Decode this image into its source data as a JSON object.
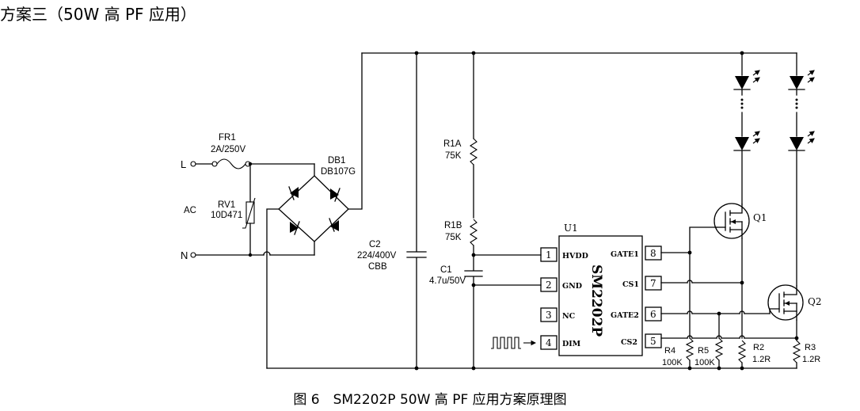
{
  "heading": "方案三（50W 高 PF 应用）",
  "caption": "图 6　SM2202P 50W 高 PF 应用方案原理图",
  "input": {
    "line": "L",
    "neutral": "N",
    "ac": "AC"
  },
  "components": {
    "fr1": {
      "ref": "FR1",
      "value": "2A/250V"
    },
    "rv1": {
      "ref": "RV1",
      "value": "10D471"
    },
    "db1": {
      "ref": "DB1",
      "value": "DB107G"
    },
    "c2": {
      "ref": "C2",
      "value": "224/400V",
      "type": "CBB"
    },
    "r1a": {
      "ref": "R1A",
      "value": "75K"
    },
    "r1b": {
      "ref": "R1B",
      "value": "75K"
    },
    "c1": {
      "ref": "C1",
      "value": "4.7u/50V"
    },
    "u1": {
      "ref": "U1",
      "part": "SM2202P"
    },
    "q1": {
      "ref": "Q1"
    },
    "q2": {
      "ref": "Q2"
    },
    "r4": {
      "ref": "R4",
      "value": "100K"
    },
    "r5": {
      "ref": "R5",
      "value": "100K"
    },
    "r2": {
      "ref": "R2",
      "value": "1.2R"
    },
    "r3": {
      "ref": "R3",
      "value": "1.2R"
    }
  },
  "u1_pins": [
    {
      "num": "1",
      "name": "HVDD"
    },
    {
      "num": "2",
      "name": "GND"
    },
    {
      "num": "3",
      "name": "NC"
    },
    {
      "num": "4",
      "name": "DIM"
    },
    {
      "num": "8",
      "name": "GATE1"
    },
    {
      "num": "7",
      "name": "CS1"
    },
    {
      "num": "6",
      "name": "GATE2"
    },
    {
      "num": "5",
      "name": "CS2"
    }
  ],
  "icons": [
    "pwm-signal-icon",
    "led-icon",
    "mosfet-icon",
    "resistor-icon",
    "capacitor-icon",
    "diode-icon",
    "fuse-icon",
    "varistor-icon"
  ]
}
